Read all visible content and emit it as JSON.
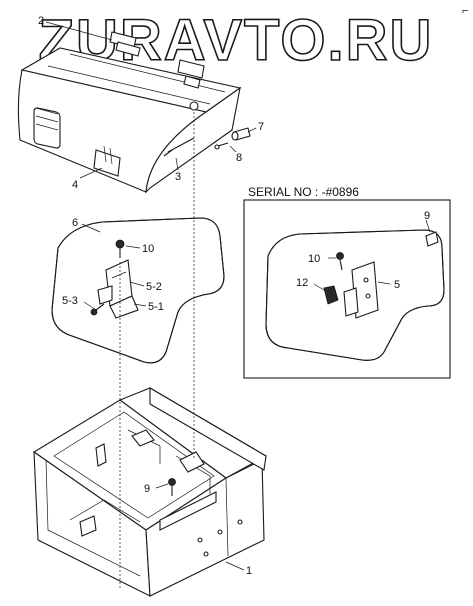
{
  "watermark": "ZURAVTO.RU",
  "corner_mark": "⌐",
  "serial_note": "SERIAL NO : -#0896",
  "callouts": {
    "c2": "2",
    "c3": "3",
    "c4": "4",
    "c5_main": "5",
    "c5_1": "5-1",
    "c5_2": "5-2",
    "c5_3": "5-3",
    "c6": "6",
    "c7": "7",
    "c8": "8",
    "c9_top": "9",
    "c9_bottom": "9",
    "c10_main": "10",
    "c10_inset": "10",
    "c12": "12",
    "c1": "1"
  }
}
